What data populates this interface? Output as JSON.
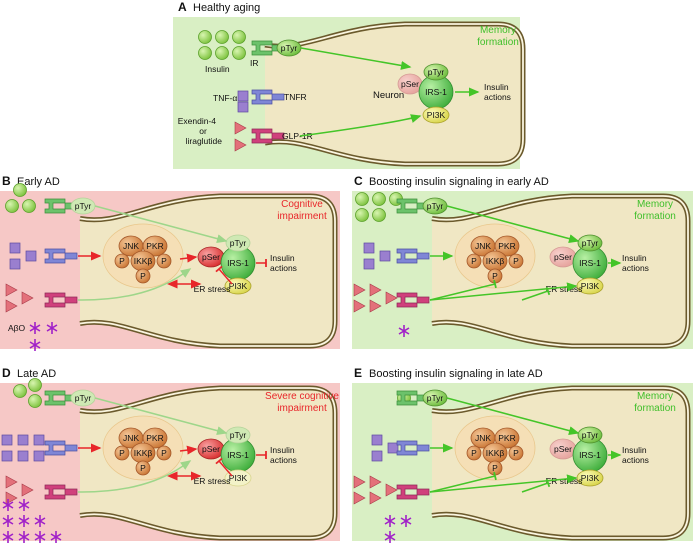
{
  "panels": {
    "A": {
      "letter": "A",
      "title": "Healthy aging",
      "status": [
        "Memory",
        "formation"
      ]
    },
    "B": {
      "letter": "B",
      "title": "Early AD",
      "status": [
        "Cognitive",
        "impairment"
      ]
    },
    "C": {
      "letter": "C",
      "title": "Boosting insulin signaling in early AD",
      "status": [
        "Memory",
        "formation"
      ]
    },
    "D": {
      "letter": "D",
      "title": "Late AD",
      "status": [
        "Severe cognitive",
        "impairment"
      ]
    },
    "E": {
      "letter": "E",
      "title": "Boosting insulin signaling in late AD",
      "status": [
        "Memory",
        "formation"
      ]
    }
  },
  "labels": {
    "insulin": "Insulin",
    "ir": "IR",
    "ptyr": "pTyr",
    "pser": "pSer",
    "irs1": "IRS-1",
    "pi3k": "PI3K",
    "tnfa": "TNF-α",
    "tnfr": "TNFR",
    "glp1r": "GLP-1R",
    "neuron": "Neuron",
    "exendin": [
      "Exendin-4",
      "or",
      "liraglutide"
    ],
    "insulin_actions": [
      "Insulin",
      "actions"
    ],
    "jnk": "JNK",
    "pkr": "PKR",
    "ikkb": "IKKβ",
    "p": "P",
    "er_stress": "ER stress",
    "abo": "AβO"
  },
  "colors": {
    "green_bg": "#d9efc4",
    "red_bg": "#f6c8c6",
    "cell_fill": "#f0e7c4",
    "membrane": "#6b5a2c",
    "ball": "#8fd44c",
    "arrow_green": "#44c528",
    "arrow_red": "#e8262a",
    "purple": "#9a7fcf",
    "triangle": "#e3707a",
    "receptor_green": "#6cc26b",
    "receptor_blue": "#7f86d6",
    "receptor_pink": "#d0407c",
    "kinase": "#d8884c",
    "irs1": "#58c45a",
    "pi3k": "#e6e46a",
    "pser": "#e04a4a",
    "abeta": "#a020c8"
  }
}
